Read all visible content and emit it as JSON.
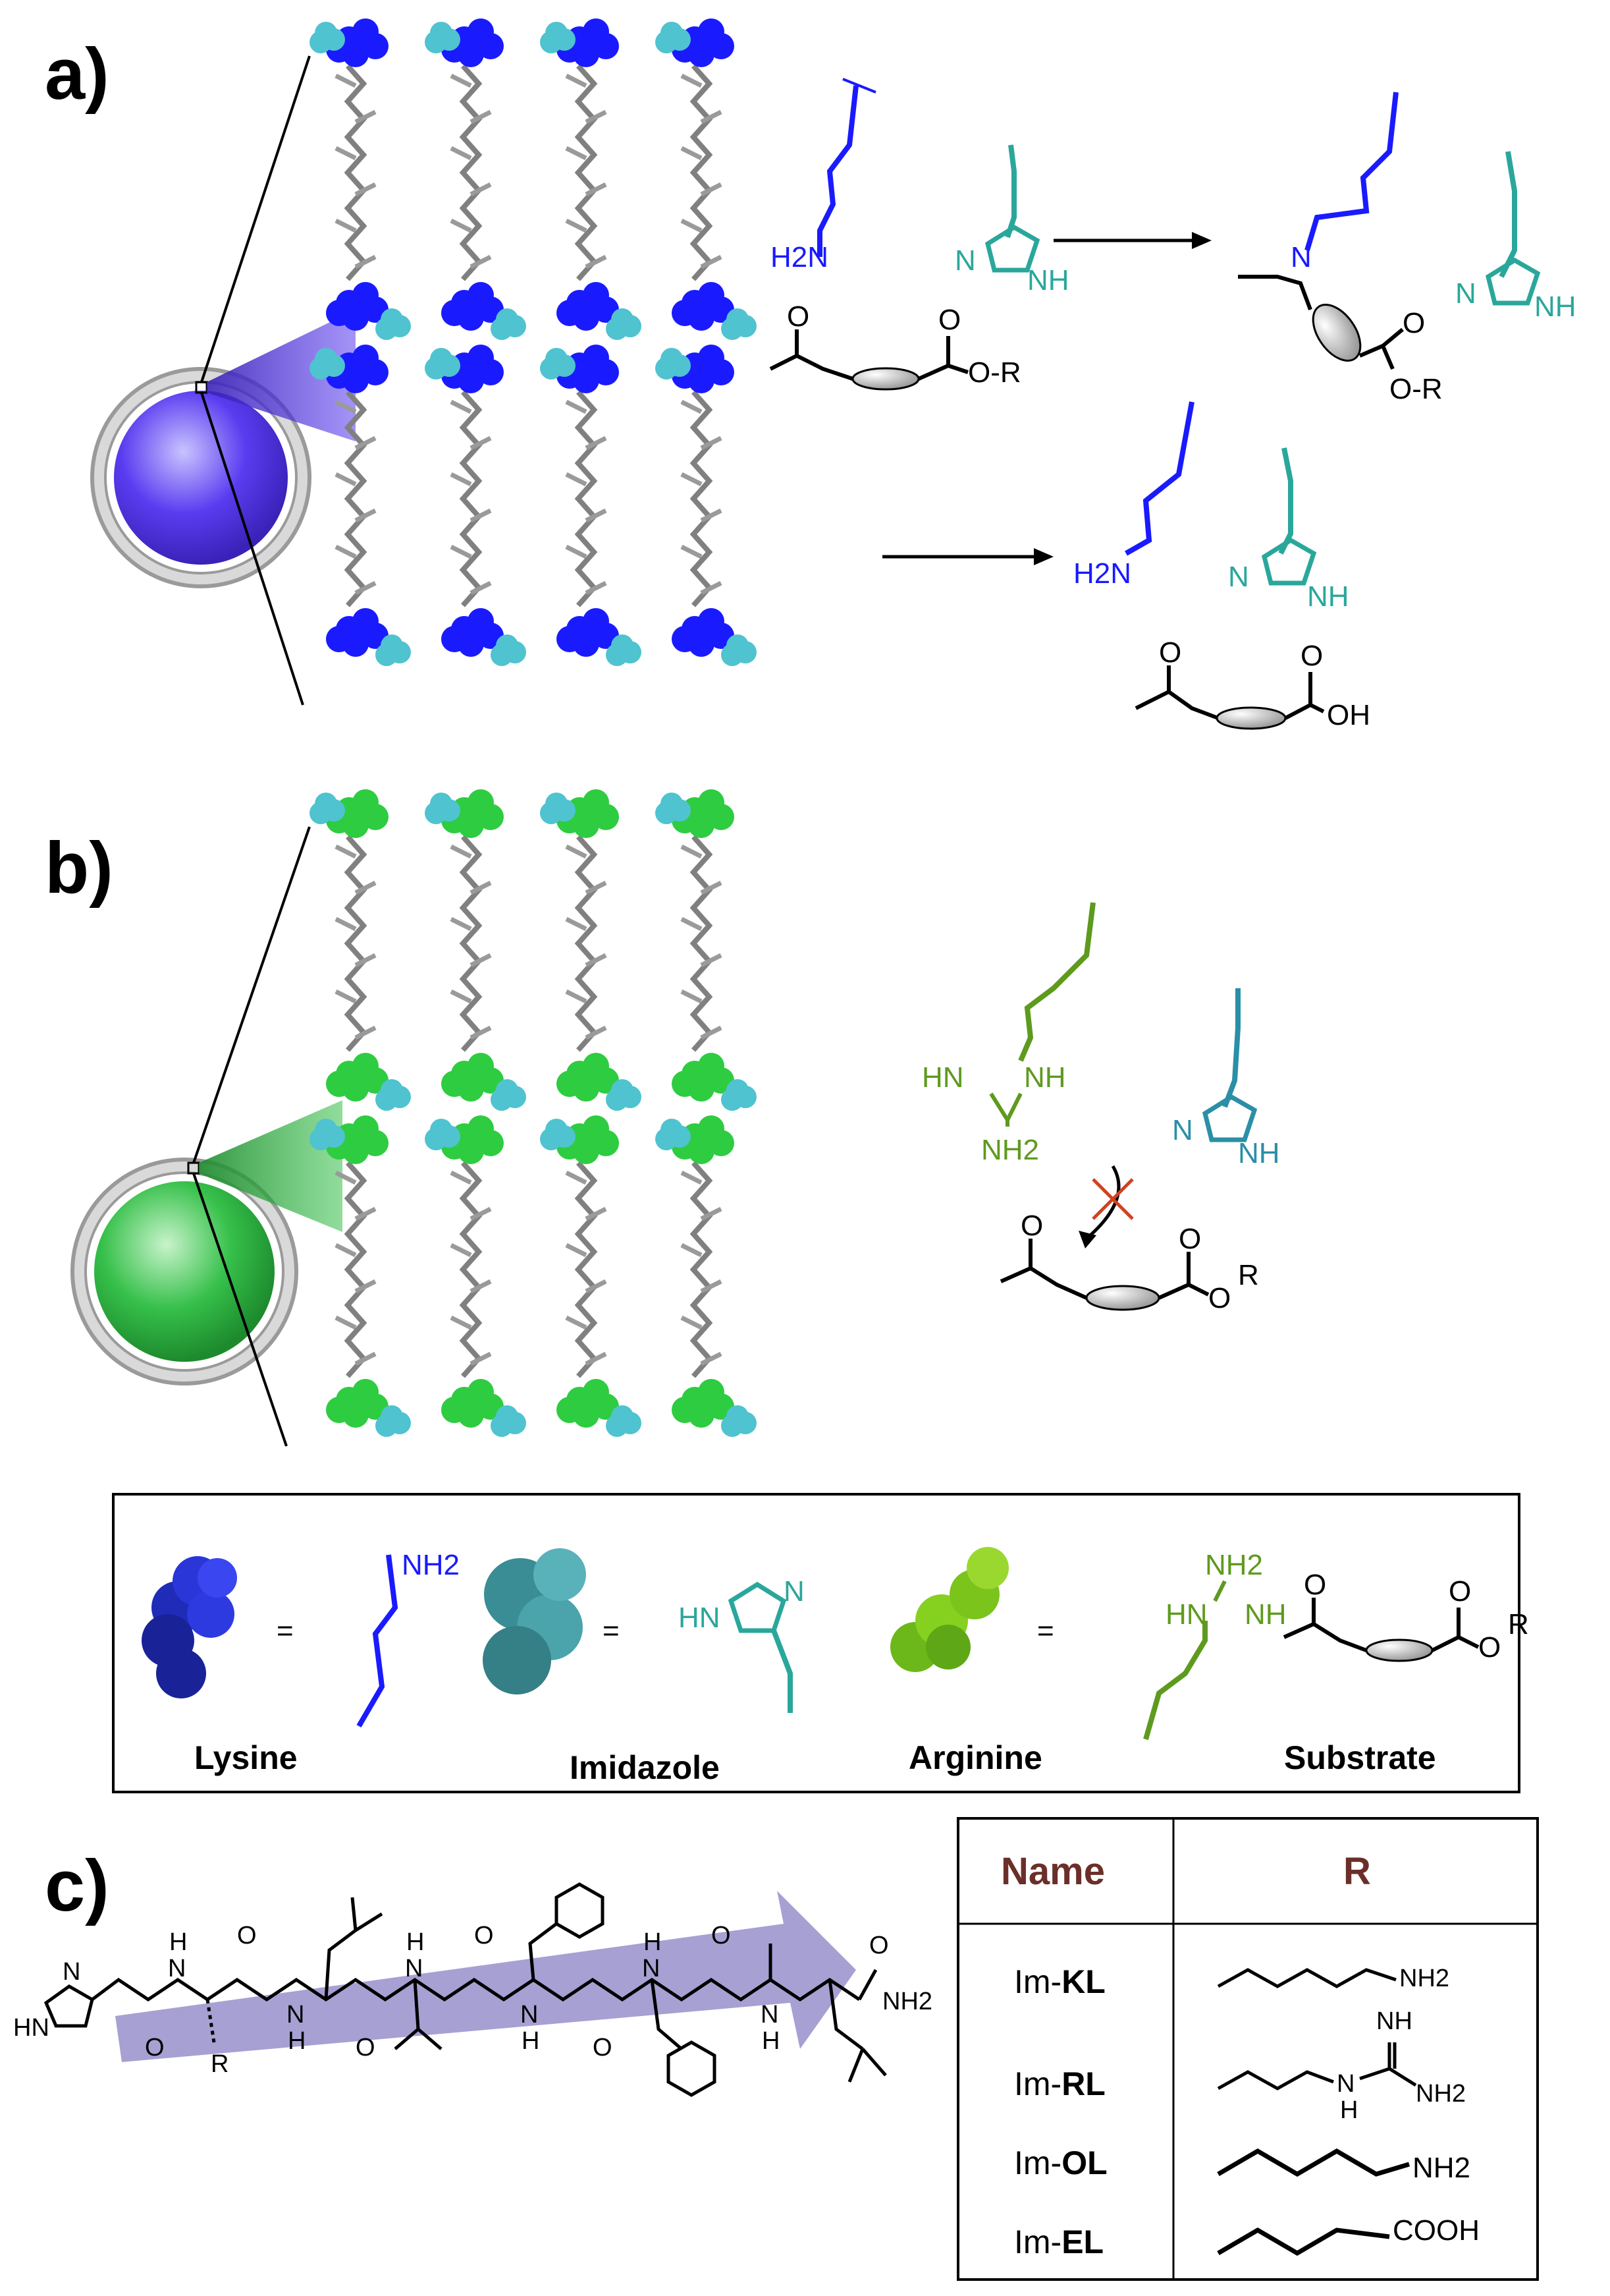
{
  "panels": {
    "a": "a)",
    "b": "b)",
    "c": "c)"
  },
  "colors": {
    "lysine": "#1a1aff",
    "imidazole": "#2aa79b",
    "arginine": "#5e9a1e",
    "backbone": "#000000",
    "tube_blue": "#5a3cf0",
    "tube_green": "#36c04a",
    "header_text": "#6b2f2a",
    "arrow_band": "#8a80c4"
  },
  "panel_a": {
    "lys_amine": "H2N",
    "imid_nh": "NH",
    "imid_n": "N",
    "substrate_ester": "O-R",
    "product_n": "N",
    "product_ester": "O-R",
    "acid_oh": "OH",
    "o": "O"
  },
  "panel_b": {
    "arg_hn": "HN",
    "arg_nh": "NH",
    "arg_nh2": "NH2",
    "imid_n": "N",
    "imid_nh": "NH",
    "substrate_r": "R"
  },
  "legend": {
    "lysine_label": "Lysine",
    "lysine_group": "NH2",
    "imidazole_label": "Imidazole",
    "imidazole_hn": "HN",
    "imidazole_n": "N",
    "arginine_label": "Arginine",
    "arginine_hn": "HN",
    "arginine_nh": "NH",
    "arginine_nh2": "NH2",
    "substrate_label": "Substrate",
    "substrate_r": "R",
    "equals": "="
  },
  "panel_c": {
    "peptide_r": "R",
    "peptide_nh2": "NH2",
    "imid_hn": "HN",
    "imid_n": "N",
    "amide_h": "H",
    "amide_n": "N",
    "carbonyl_o": "O"
  },
  "table": {
    "headers": [
      "Name",
      "R"
    ],
    "rows": [
      {
        "prefix": "Im-",
        "code": "KL",
        "group": "NH2"
      },
      {
        "prefix": "Im-",
        "code": "RL",
        "group_nh": "NH",
        "group_h": "H",
        "group_n": "N",
        "group_nh2": "NH2"
      },
      {
        "prefix": "Im-",
        "code": "OL",
        "group": "NH2"
      },
      {
        "prefix": "Im-",
        "code": "EL",
        "group": "COOH"
      }
    ]
  }
}
